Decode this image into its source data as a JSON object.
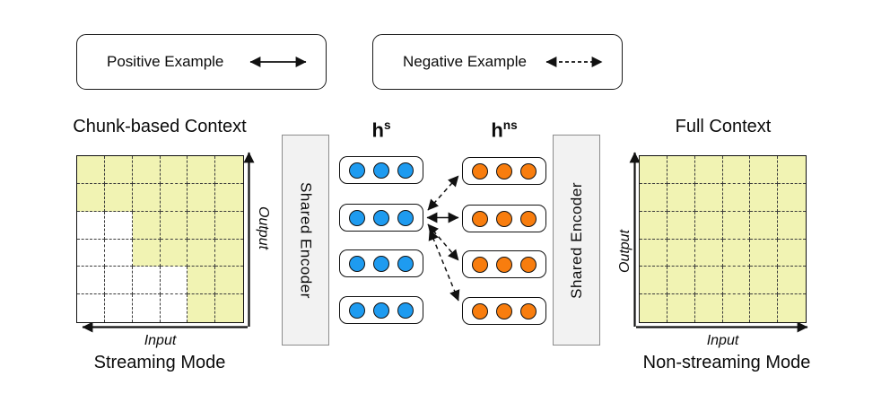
{
  "colors": {
    "grid-fill": "#f1f3b3",
    "dot-blue": "#1e9bf0",
    "dot-orange": "#f87d0e",
    "encoder-fill": "#f2f2f2",
    "encoder-border": "#8c8c8c",
    "line": "#111111"
  },
  "legend": {
    "positive_label": "Positive Example",
    "negative_label": "Negative Example"
  },
  "streaming_panel": {
    "title": "Chunk-based Context",
    "mode": "Streaming Mode",
    "x_label": "Input",
    "y_label": "Output",
    "grid": {
      "rows": 6,
      "cols": 6,
      "mask": [
        [
          1,
          1,
          1,
          1,
          1,
          1
        ],
        [
          1,
          1,
          1,
          1,
          1,
          1
        ],
        [
          0,
          0,
          1,
          1,
          1,
          1
        ],
        [
          0,
          0,
          1,
          1,
          1,
          1
        ],
        [
          0,
          0,
          0,
          0,
          1,
          1
        ],
        [
          0,
          0,
          0,
          0,
          1,
          1
        ]
      ]
    }
  },
  "nonstreaming_panel": {
    "title": "Full Context",
    "mode": "Non-streaming Mode",
    "x_label": "Input",
    "y_label": "Output",
    "grid": {
      "rows": 6,
      "cols": 6,
      "mask": [
        [
          1,
          1,
          1,
          1,
          1,
          1
        ],
        [
          1,
          1,
          1,
          1,
          1,
          1
        ],
        [
          1,
          1,
          1,
          1,
          1,
          1
        ],
        [
          1,
          1,
          1,
          1,
          1,
          1
        ],
        [
          1,
          1,
          1,
          1,
          1,
          1
        ],
        [
          1,
          1,
          1,
          1,
          1,
          1
        ]
      ]
    }
  },
  "encoder_left": {
    "label": "Shared Encoder"
  },
  "encoder_right": {
    "label": "Shared Encoder"
  },
  "embeddings": {
    "streaming": {
      "base": "h",
      "sup": "s",
      "rows": 4,
      "dots_per_row": 3
    },
    "nonstreaming": {
      "base": "h",
      "sup": "ns",
      "rows": 4,
      "dots_per_row": 3
    }
  },
  "connections": {
    "positive": [
      {
        "from_row": 2,
        "to_row": 2
      }
    ],
    "negative": [
      {
        "from_row": 2,
        "to_row": 1
      },
      {
        "from_row": 2,
        "to_row": 3
      },
      {
        "from_row": 2,
        "to_row": 4
      }
    ]
  }
}
